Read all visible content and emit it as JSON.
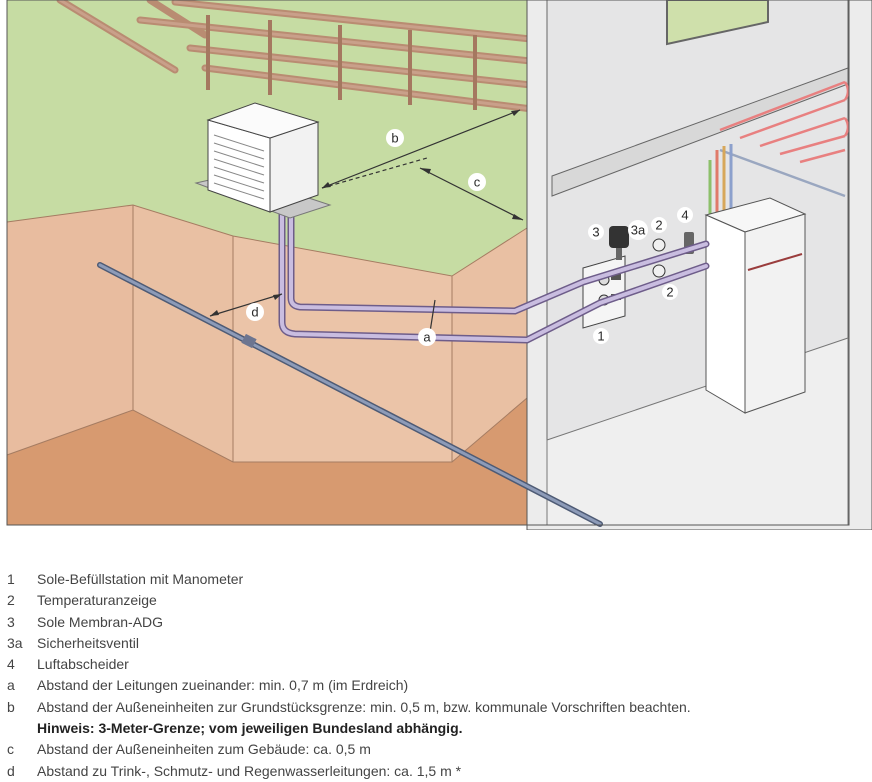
{
  "diagram": {
    "callouts": {
      "b": "b",
      "c": "c",
      "d": "d",
      "a": "a",
      "n3": "3",
      "n3a": "3a",
      "n2_top": "2",
      "n4": "4",
      "n2_bottom": "2",
      "n1": "1"
    }
  },
  "legend": [
    {
      "key": "1",
      "text": "Sole-Befüllstation mit Manometer"
    },
    {
      "key": "2",
      "text": "Temperaturanzeige"
    },
    {
      "key": "3",
      "text": "Sole Membran-ADG"
    },
    {
      "key": "3a",
      "text": "Sicherheitsventil"
    },
    {
      "key": "4",
      "text": "Luftabscheider"
    },
    {
      "key": "a",
      "text": "Abstand der Leitungen zueinander: min. 0,7 m (im Erdreich)"
    },
    {
      "key": "b",
      "text": "Abstand der Außeneinheiten zur Grundstücksgrenze: min. 0,5 m, bzw. kommunale Vorschriften beachten.",
      "note": "Hinweis: 3-Meter-Grenze; vom jeweiligen Bundesland abhängig."
    },
    {
      "key": "c",
      "text": "Abstand der Außeneinheiten zum Gebäude: ca. 0,5 m"
    },
    {
      "key": "d",
      "text": "Abstand zu Trink-, Schmutz- und Regenwasserleitungen: ca. 1,5 m *"
    }
  ]
}
